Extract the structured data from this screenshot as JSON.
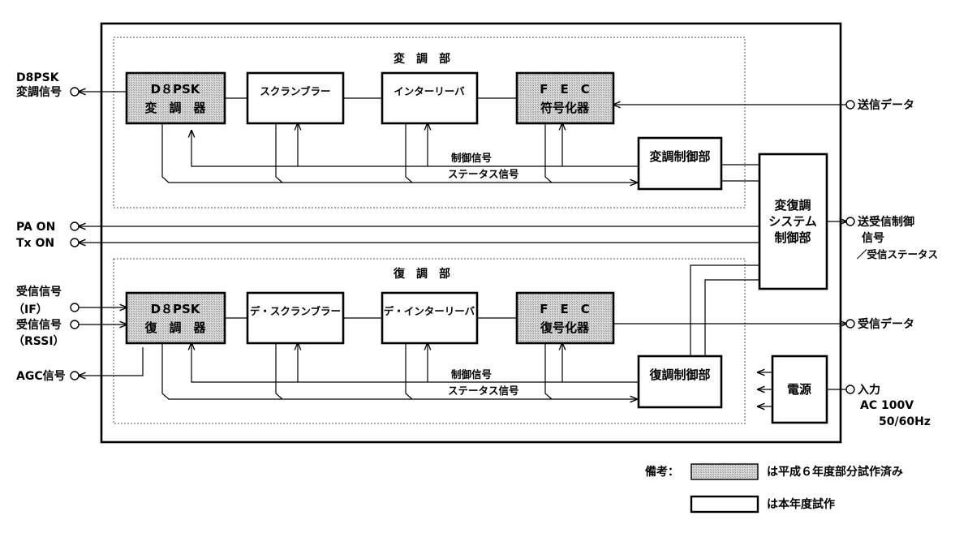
{
  "sections": {
    "modulation": "変　調　部",
    "demodulation": "復　調　部"
  },
  "blocks": {
    "d8psk_mod": [
      "D８PSK",
      "変　調　器"
    ],
    "scrambler": [
      "スクランブラー"
    ],
    "interleaver": [
      "インターリーバ"
    ],
    "fec_encoder": [
      "F　E　C",
      "符号化器"
    ],
    "mod_controller": [
      "変調制御部"
    ],
    "system_controller": [
      "変復調",
      "システム",
      "制御部"
    ],
    "d8psk_demod": [
      "D８PSK",
      "復　調　器"
    ],
    "descrambler": [
      "デ・スクランブラー"
    ],
    "deinterleaver": [
      "デ・インターリーバ"
    ],
    "fec_decoder": [
      "F　E　C",
      "復号化器"
    ],
    "demod_controller": [
      "復調制御部"
    ],
    "power": [
      "電源"
    ]
  },
  "signals": {
    "mod_control": "制御信号",
    "mod_status": "ステータス信号",
    "demod_control": "制御信号",
    "demod_status": "ステータス信号"
  },
  "ports": {
    "d8psk_out": [
      "D8PSK",
      "変調信号"
    ],
    "pa_on": "PA ON",
    "tx_on": "Tx ON",
    "rx_if": [
      "受信信号",
      "（IF）"
    ],
    "rx_rssi": [
      "受信信号",
      "（RSSI）"
    ],
    "agc": "AGC信号",
    "tx_data": "送信データ",
    "txrx_control": [
      "送受信制御",
      "信号",
      "／受信ステータス"
    ],
    "rx_data": "受信データ",
    "ac_input": [
      "入力",
      "AC 100V",
      "50/60Hz"
    ]
  },
  "legend": {
    "title": "備考：",
    "hatched": "は平成６年度部分試作済み",
    "plain": "は本年度試作"
  },
  "colors": {
    "hatch_fill": "#c8c8c8",
    "line": "#000000"
  }
}
